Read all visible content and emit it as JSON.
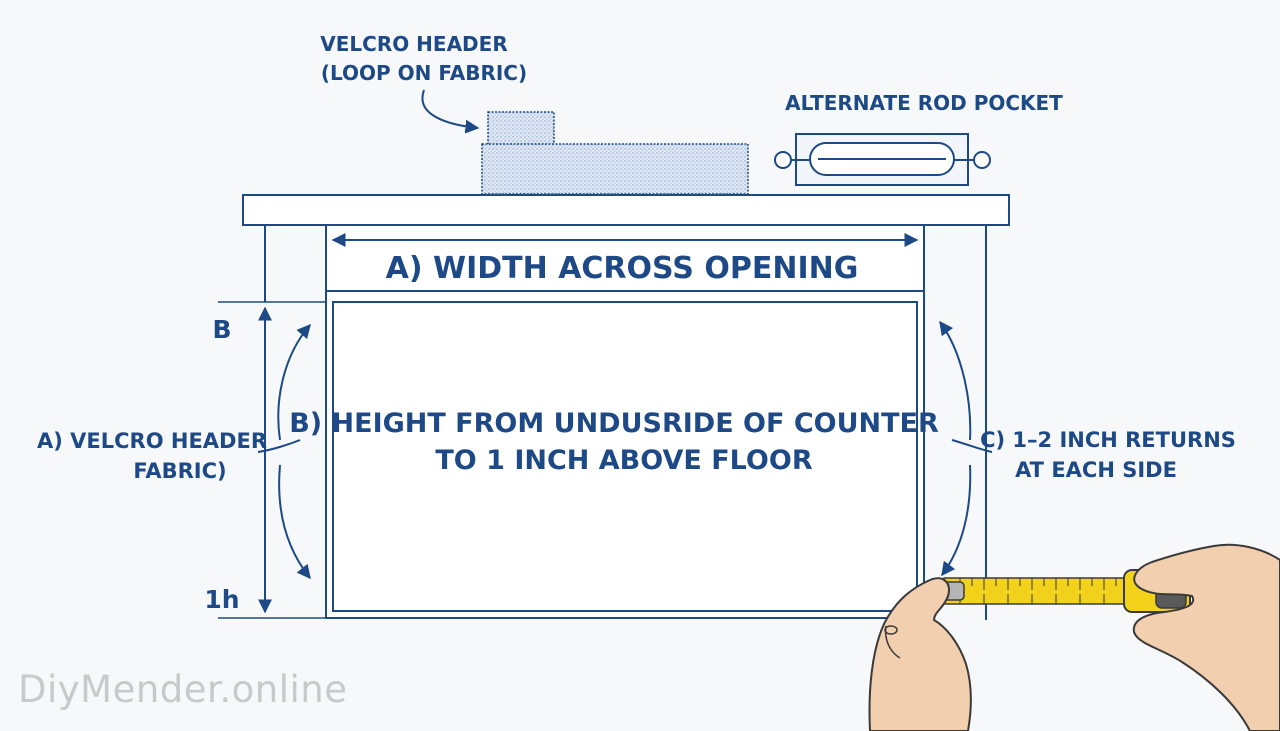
{
  "labels": {
    "velcro_header_line1": "VELCRO HEADER",
    "velcro_header_line2": "(LOOP ON FABRIC)",
    "alt_rod_pocket": "ALTERNATE ROD POCKET",
    "width_label": "A) WIDTH ACROSS OPENING",
    "height_line1": "B) HEIGHT FROM UNDUSRIDE OF COUNTER",
    "height_line2": "TO 1 INCH ABOVE FLOOR",
    "left_mark_top": "B",
    "left_mark_bottom": "1h",
    "left_note_line1": "A) VELCRO HEADER",
    "left_note_line2": "FABRIC)",
    "returns_line1": "C) 1–2 INCH RETURNS",
    "returns_line2": "AT EACH SIDE"
  },
  "watermark": "DiyMender.online",
  "colors": {
    "line_blue": "#1d4a86",
    "background": "#f7f8f9",
    "tape_yellow": "#f2d21b",
    "skin": "#f2cfae"
  }
}
